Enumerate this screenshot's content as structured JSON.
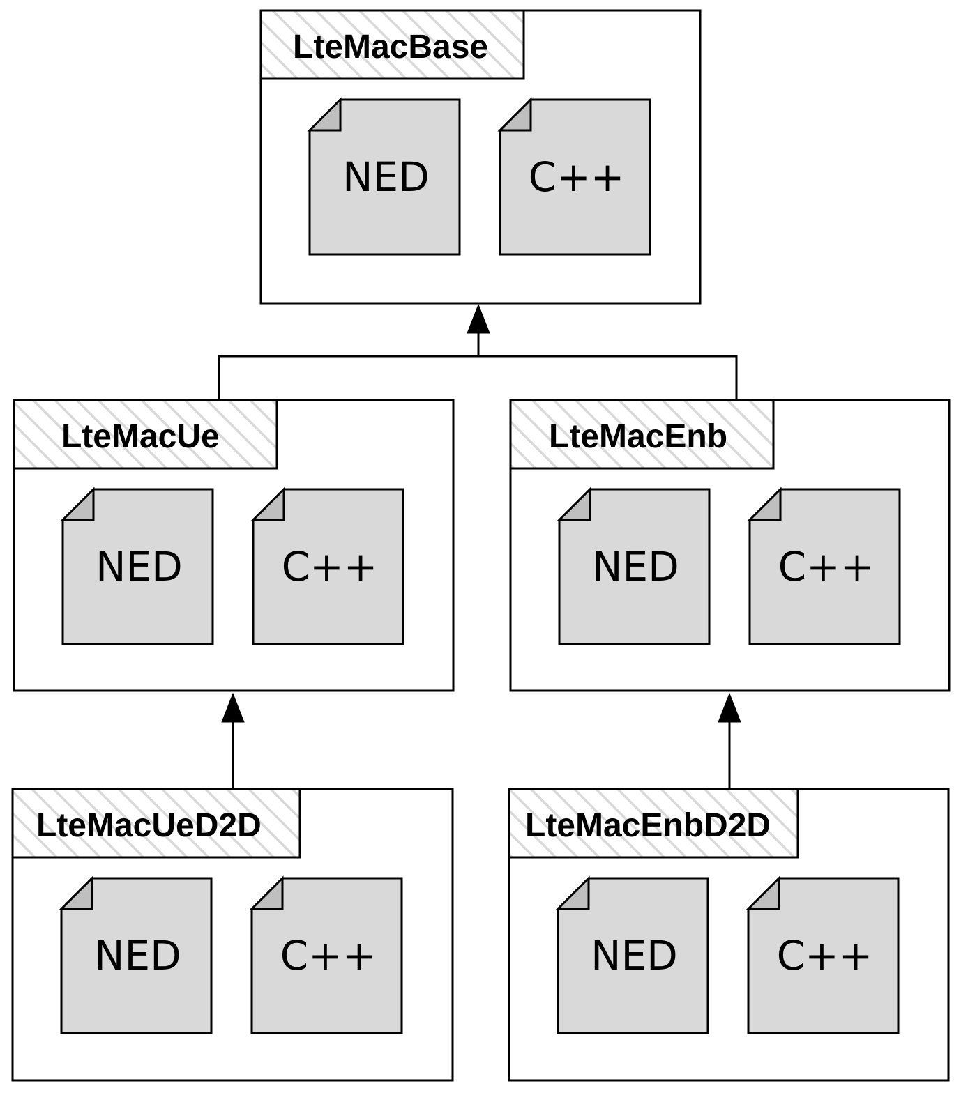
{
  "colors": {
    "package_fill": "#ffffff",
    "title_tab_hatch": "#d9d9d9",
    "file_fill": "#d9d9d9",
    "file_fold_fill": "#bfbfbf",
    "stroke": "#000000"
  },
  "icons": {
    "file": "document-file-icon",
    "inheritance": "inheritance-arrow-icon"
  },
  "packages": [
    {
      "id": "base",
      "title": "LteMacBase",
      "files": [
        "NED",
        "C++"
      ]
    },
    {
      "id": "ue",
      "title": "LteMacUe",
      "files": [
        "NED",
        "C++"
      ]
    },
    {
      "id": "enb",
      "title": "LteMacEnb",
      "files": [
        "NED",
        "C++"
      ]
    },
    {
      "id": "ued2d",
      "title": "LteMacUeD2D",
      "files": [
        "NED",
        "C++"
      ]
    },
    {
      "id": "enbd2d",
      "title": "LteMacEnbD2D",
      "files": [
        "NED",
        "C++"
      ]
    }
  ],
  "inheritance": [
    {
      "child": "ue",
      "parent": "base"
    },
    {
      "child": "enb",
      "parent": "base"
    },
    {
      "child": "ued2d",
      "parent": "ue"
    },
    {
      "child": "enbd2d",
      "parent": "enb"
    }
  ]
}
